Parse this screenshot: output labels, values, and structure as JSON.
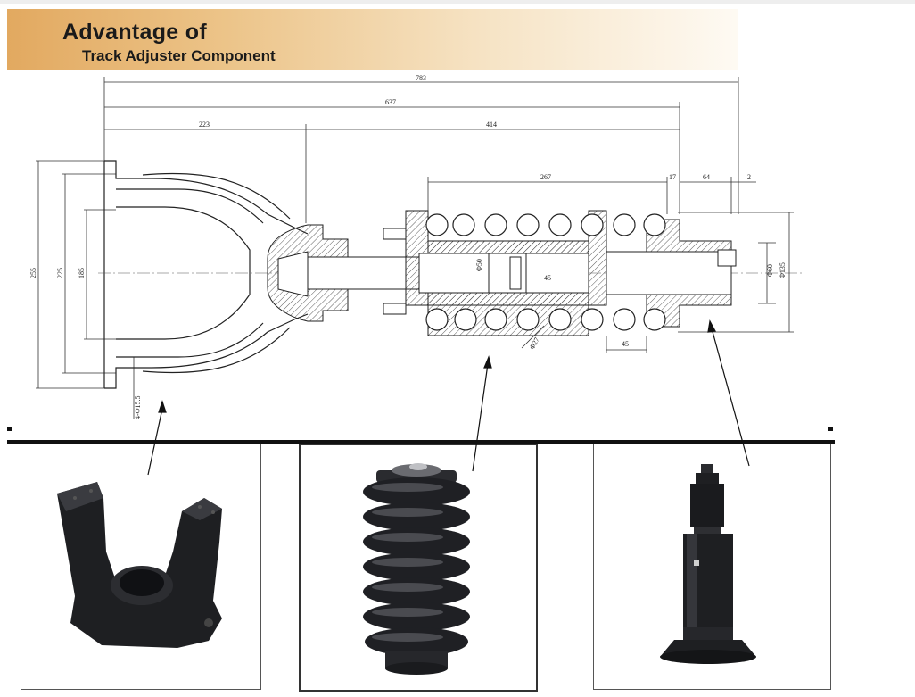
{
  "banner": {
    "title": "Advantage of",
    "subtitle": "Track Adjuster Component"
  },
  "dimensions": {
    "overall": "783",
    "length_637": "637",
    "left_223": "223",
    "right_414": "414",
    "spring_267": "267",
    "gap_17": "17",
    "end_64": "64",
    "tip_2": "2",
    "height_255": "255",
    "height_225": "225",
    "height_185": "185",
    "rod_dia": "Φ50",
    "piston": "45",
    "coil_dia": "Φ27",
    "pitch_45": "45",
    "nut_dia": "Φ60",
    "outer_dia": "Φ135",
    "holes": "4-Φ15.5"
  },
  "colors": {
    "banner_start": "#e2a960",
    "banner_end": "#fefaf3",
    "part": "#1e1f22",
    "line": "#222222"
  }
}
